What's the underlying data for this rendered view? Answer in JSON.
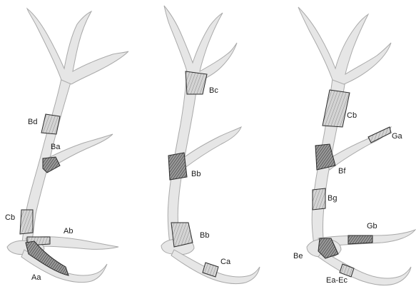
{
  "panels": [
    {
      "id": "left",
      "labels": [
        "Bd",
        "Ba",
        "Cb",
        "Ab",
        "Aa"
      ]
    },
    {
      "id": "middle",
      "labels": [
        "Bc",
        "Bb",
        "Bb",
        "Ca"
      ]
    },
    {
      "id": "right",
      "labels": [
        "Cb",
        "Ga",
        "Bf",
        "Bg",
        "Gb",
        "Be",
        "Ea-Ec"
      ]
    }
  ],
  "colors": {
    "antler_fill": "#e6e6e6",
    "antler_outline": "#a9a9a9",
    "fragment_outline": "#2b2b2b",
    "label_text": "#1a1a1a"
  }
}
